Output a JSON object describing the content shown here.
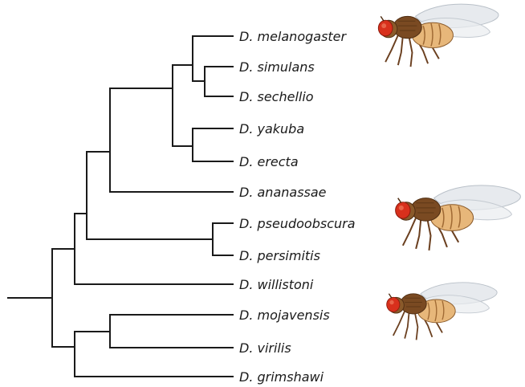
{
  "taxa": [
    "D. melanogaster",
    "D. simulans",
    "D. sechellio",
    "D. yakuba",
    "D. erecta",
    "D. ananassae",
    "D. pseudoobscura",
    "D. persimitis",
    "D. willistoni",
    "D. mojavensis",
    "D. virilis",
    "D. grimshawi"
  ],
  "illustrations": [
    "fruit-fly-illustration",
    "fruit-fly-illustration",
    "fruit-fly-illustration"
  ],
  "colors": {
    "branch": "#1a1a1a",
    "fly_eye": "#d8301c",
    "fly_body": "#7a4a22",
    "fly_abdomen": "#e7b77a"
  }
}
